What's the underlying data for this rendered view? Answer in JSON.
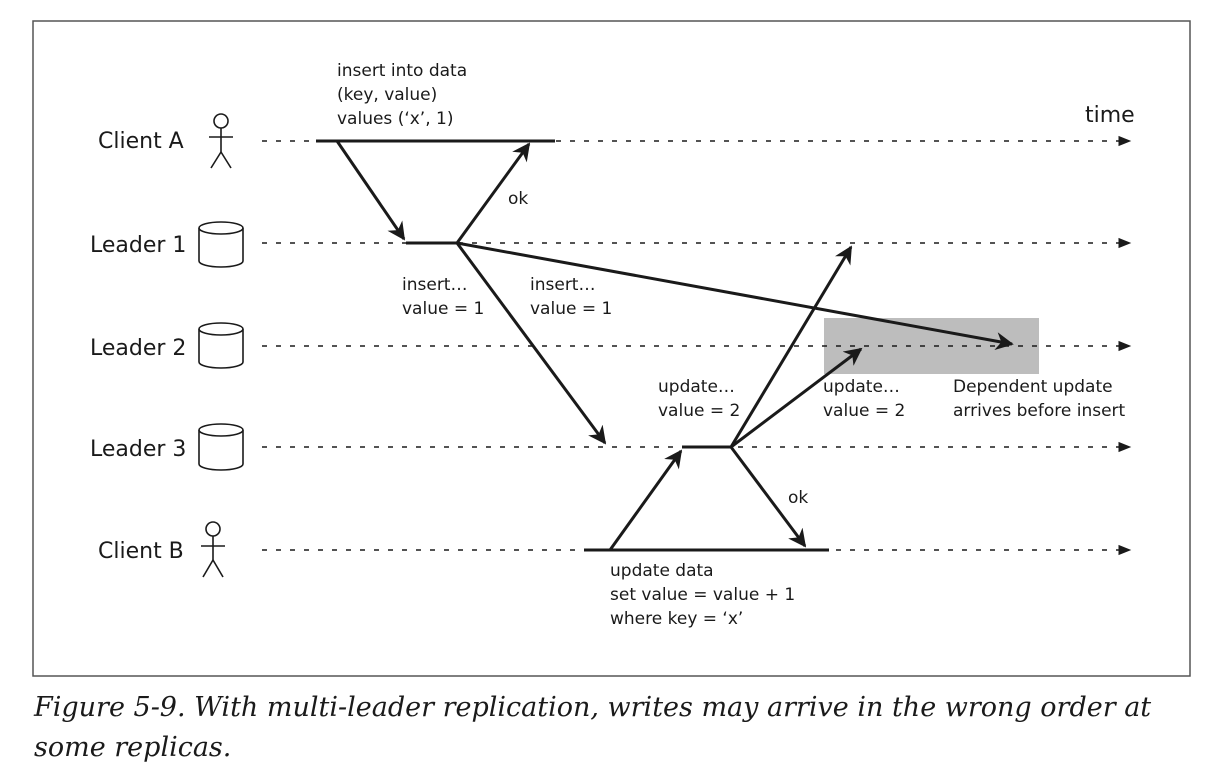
{
  "diagram": {
    "time_label": "time",
    "lanes": [
      {
        "label": "Client A",
        "icon": "person-icon"
      },
      {
        "label": "Leader 1",
        "icon": "database-icon"
      },
      {
        "label": "Leader 2",
        "icon": "database-icon"
      },
      {
        "label": "Leader 3",
        "icon": "database-icon"
      },
      {
        "label": "Client B",
        "icon": "person-icon"
      }
    ],
    "notes": {
      "client_a_query": [
        "insert into data",
        "(key, value)",
        "values (‘x’, 1)"
      ],
      "ok_top": "ok",
      "insert_to_l3": [
        "insert…",
        "value = 1"
      ],
      "insert_to_l2": [
        "insert…",
        "value = 1"
      ],
      "update_to_l1": [
        "update…",
        "value = 2"
      ],
      "update_to_l2": [
        "update…",
        "value = 2"
      ],
      "dependent": [
        "Dependent update",
        "arrives before insert"
      ],
      "ok_bottom": "ok",
      "client_b_query": [
        "update data",
        "set value = value + 1",
        "where key = ‘x’"
      ]
    },
    "highlight_color": "#bdbdbd"
  },
  "caption": "Figure 5-9. With multi-leader replication, writes may arrive in the wrong order at some replicas."
}
